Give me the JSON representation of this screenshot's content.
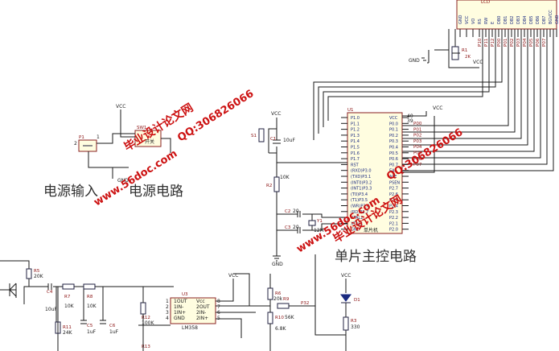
{
  "labels": {
    "power_input": "电源输入",
    "power_circuit": "电源电路",
    "mcu_circuit": "单片主控电路"
  },
  "watermark": {
    "site": "www.56doc.com",
    "brand": "毕业设计论文网",
    "qq": "QQ:306826066",
    "color": "#cc1111"
  },
  "nets": {
    "vcc": "VCC",
    "gnd": "GND",
    "p32": "P32"
  },
  "components": {
    "u1": {
      "ref": "U1",
      "caption": "单片机",
      "left_pins": [
        "P1.0",
        "P1.1",
        "P1.2",
        "P1.3",
        "P1.4",
        "P1.5",
        "P1.6",
        "P1.7",
        "RST",
        "(RXD)P3.0",
        "(TXD)P3.1",
        "(INT0)P3.2",
        "(INT1)P3.3",
        "(T0)P3.4",
        "(T1)P3.5",
        "(WR)P3.6",
        "(RD)P3.7",
        "XTAL2",
        "XTAL1",
        "GND"
      ],
      "right_pins": [
        "VCC",
        "P0.0",
        "P0.1",
        "P0.2",
        "P0.3",
        "P0.4",
        "P0.5",
        "P0.6",
        "P0.7",
        "EA",
        "ALE",
        "PSEN",
        "P2.7",
        "P2.6",
        "P2.5",
        "P2.4",
        "P2.3",
        "P2.2",
        "P2.1",
        "P2.0"
      ],
      "right_nets": [
        "P00",
        "P01",
        "P02",
        "P03",
        "P04",
        "P05",
        "P06",
        "P07"
      ],
      "pin40": "40",
      "pin39": "39"
    },
    "lcd": {
      "ref": "LCD",
      "pins": [
        "GND",
        "VCC",
        "VO",
        "RS",
        "RW",
        "E",
        "DB0",
        "DB1",
        "DB2",
        "DB3",
        "DB4",
        "DB5",
        "DB6",
        "DB7",
        "BGVCC",
        "GND"
      ],
      "nets": [
        "P10",
        "P11",
        "P12",
        "P00",
        "P01",
        "P02",
        "P03",
        "P04",
        "P05",
        "P06",
        "P07"
      ]
    },
    "r1": {
      "ref": "R1",
      "value": "2K"
    },
    "r2": {
      "ref": "R2",
      "value": "10K"
    },
    "r3": {
      "ref": "R3",
      "value": "330"
    },
    "r5": {
      "ref": "R5",
      "value": "20K"
    },
    "r6": {
      "ref": "R6",
      "value": "20k"
    },
    "r7": {
      "ref": "R7",
      "value": "10K"
    },
    "r8": {
      "ref": "R8",
      "value": "10K"
    },
    "r9": {
      "ref": "R9",
      "value": "6.8K"
    },
    "r10": {
      "ref": "R10",
      "value": "56K"
    },
    "r11": {
      "ref": "R11",
      "value": "24K"
    },
    "r12": {
      "ref": "R12",
      "value": "100K"
    },
    "r13": {
      "ref": "R13",
      "value": ""
    },
    "c1": {
      "ref": "C1",
      "value": "10uF"
    },
    "c2": {
      "ref": "C2",
      "value": "20"
    },
    "c3": {
      "ref": "C3",
      "value": "20"
    },
    "c4": {
      "ref": "C4",
      "value": "10uF"
    },
    "c5": {
      "ref": "C5",
      "value": "1uF"
    },
    "c6": {
      "ref": "C6",
      "value": "1uF"
    },
    "y1": {
      "ref": "Y1",
      "value": "12M"
    },
    "s1": {
      "ref": "S1"
    },
    "sw1": {
      "ref": "SW1",
      "caption": "开关"
    },
    "p1": {
      "ref": "P1",
      "pin1": "1",
      "pin2": "2"
    },
    "d1": {
      "ref": "D1"
    },
    "u3": {
      "ref": "U3",
      "part": "LM358",
      "pins": [
        "1OUT",
        "1IN-",
        "1IN+",
        "GND",
        "Vcc",
        "2OUT",
        "2IN-",
        "2IN+"
      ],
      "pinnums": [
        "1",
        "2",
        "3",
        "4",
        "8",
        "7",
        "6",
        "5"
      ]
    }
  }
}
